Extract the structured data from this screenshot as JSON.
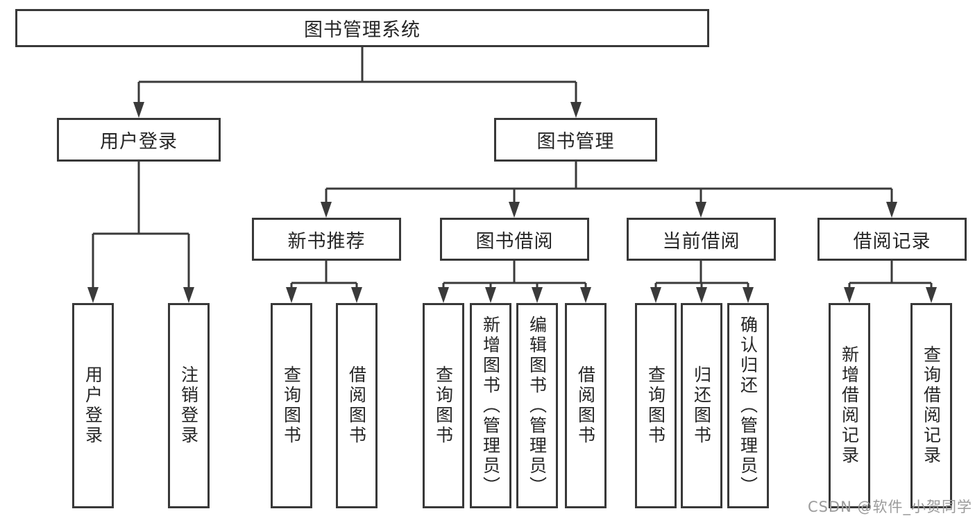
{
  "watermark": "CSDN @软件_小贺同学",
  "colors": {
    "line": "#3a3a3a",
    "box_border": "#383838",
    "box_fill": "#ffffff",
    "text": "#262626",
    "watermark": "#9b9b9b",
    "background": "#ffffff"
  },
  "tree": {
    "root": {
      "label": "图书管理系统",
      "children": [
        {
          "label": "用户登录",
          "children": [
            {
              "label": "用户登录"
            },
            {
              "label": "注销登录"
            }
          ]
        },
        {
          "label": "图书管理",
          "children": [
            {
              "label": "新书推荐",
              "children": [
                {
                  "label": "查询图书"
                },
                {
                  "label": "借阅图书"
                }
              ]
            },
            {
              "label": "图书借阅",
              "children": [
                {
                  "label": "查询图书"
                },
                {
                  "label": "新增图书（管理员）"
                },
                {
                  "label": "编辑图书（管理员）"
                },
                {
                  "label": "借阅图书"
                }
              ]
            },
            {
              "label": "当前借阅",
              "children": [
                {
                  "label": "查询图书"
                },
                {
                  "label": "归还图书"
                },
                {
                  "label": "确认归还（管理员）"
                }
              ]
            },
            {
              "label": "借阅记录",
              "children": [
                {
                  "label": "新增借阅记录"
                },
                {
                  "label": "查询借阅记录"
                }
              ]
            }
          ]
        }
      ]
    }
  }
}
